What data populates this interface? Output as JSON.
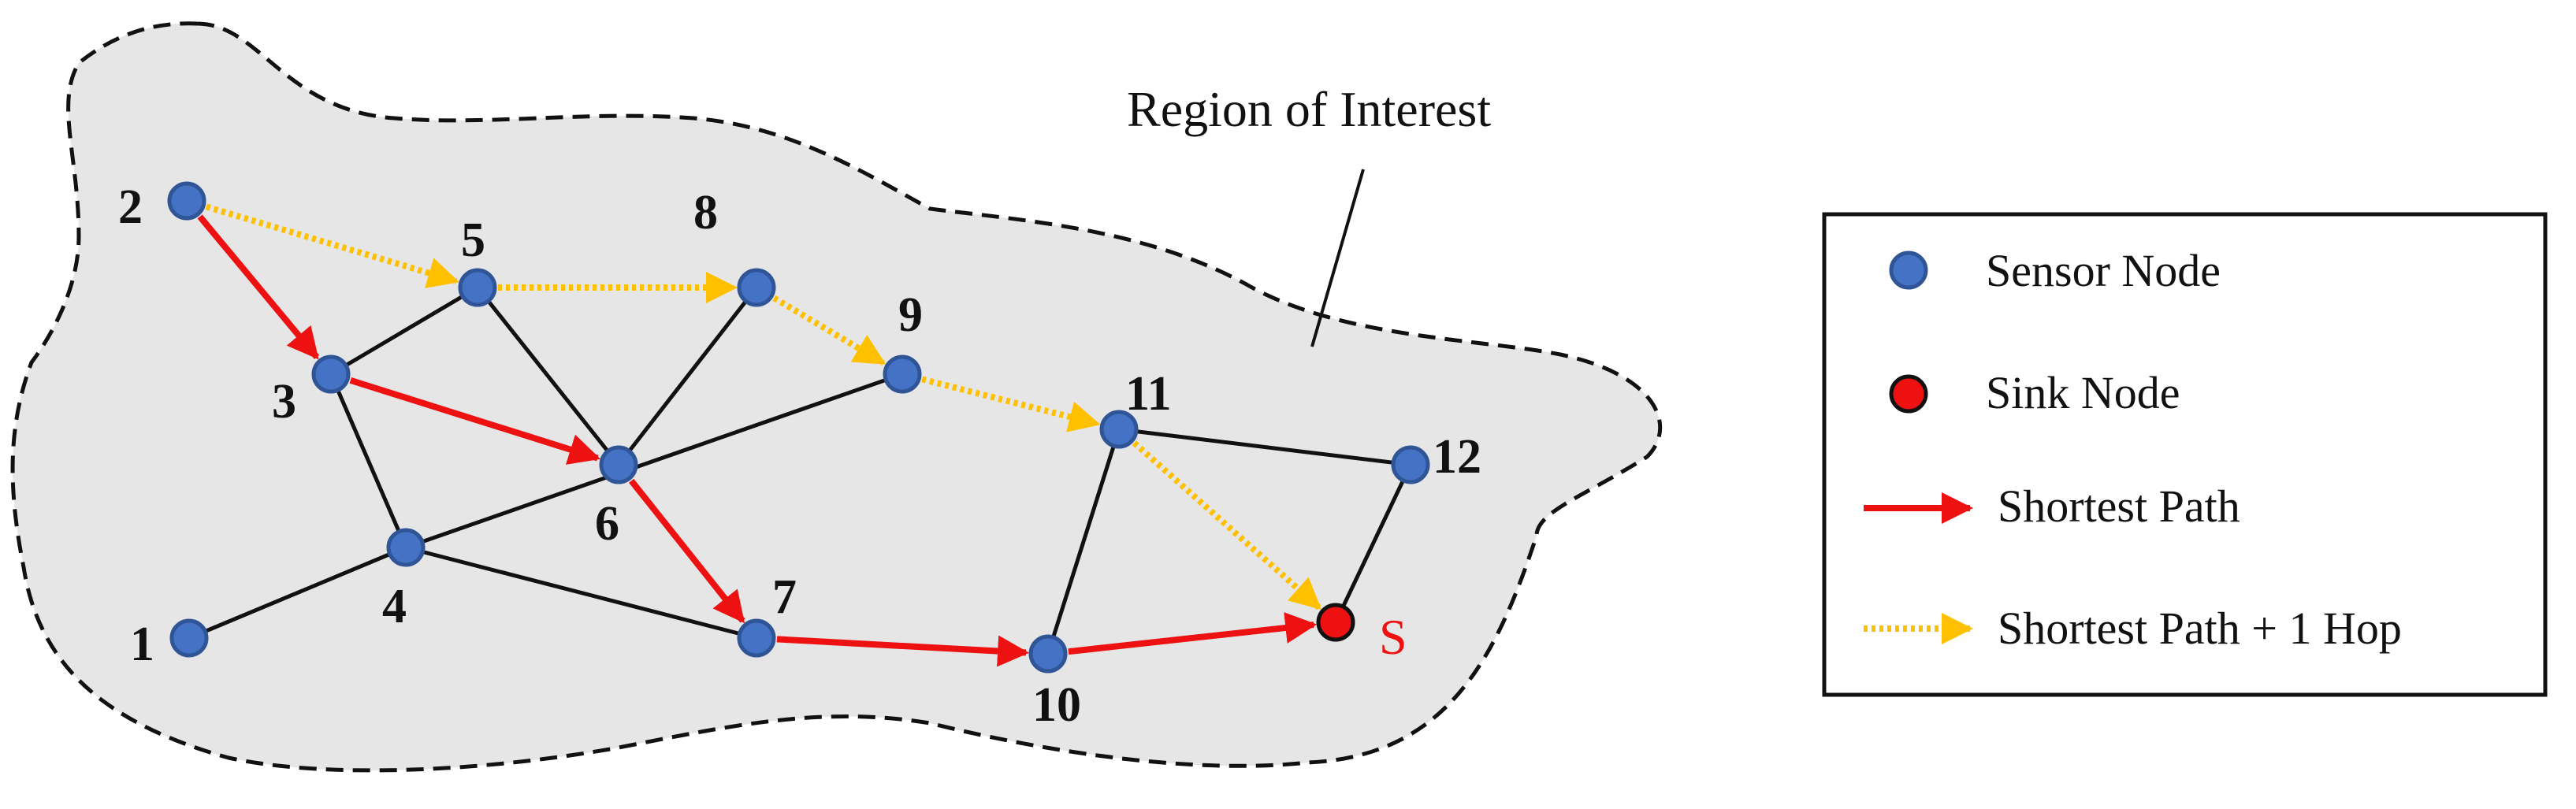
{
  "region": {
    "label": "Region of Interest"
  },
  "nodes": [
    {
      "id": "1",
      "label": "1"
    },
    {
      "id": "2",
      "label": "2"
    },
    {
      "id": "3",
      "label": "3"
    },
    {
      "id": "4",
      "label": "4"
    },
    {
      "id": "5",
      "label": "5"
    },
    {
      "id": "6",
      "label": "6"
    },
    {
      "id": "7",
      "label": "7"
    },
    {
      "id": "8",
      "label": "8"
    },
    {
      "id": "9",
      "label": "9"
    },
    {
      "id": "10",
      "label": "10"
    },
    {
      "id": "11",
      "label": "11"
    },
    {
      "id": "12",
      "label": "12"
    },
    {
      "id": "S",
      "label": "S",
      "type": "sink"
    }
  ],
  "edges": [
    [
      "1",
      "4"
    ],
    [
      "3",
      "5"
    ],
    [
      "3",
      "4"
    ],
    [
      "5",
      "6"
    ],
    [
      "6",
      "8"
    ],
    [
      "4",
      "9"
    ],
    [
      "4",
      "7"
    ],
    [
      "11",
      "12"
    ],
    [
      "10",
      "11"
    ],
    [
      "S",
      "12"
    ]
  ],
  "shortest_path": [
    "2",
    "3",
    "6",
    "7",
    "10",
    "S"
  ],
  "shortest_path_plus_one_hop": [
    "2",
    "5",
    "8",
    "9",
    "11",
    "S"
  ],
  "legend": {
    "sensor_node": "Sensor Node",
    "sink_node": "Sink Node",
    "shortest_path": "Shortest Path",
    "shortest_path_plus_one": "Shortest Path + 1 Hop"
  },
  "colors": {
    "sensor_fill": "#4472c4",
    "sensor_stroke": "#2f5597",
    "sink_fill": "#ee1111",
    "shortest_path": "#ee1111",
    "plus_one_hop": "#ffc000",
    "region_fill": "#e6e6e6",
    "edge": "#111111"
  }
}
